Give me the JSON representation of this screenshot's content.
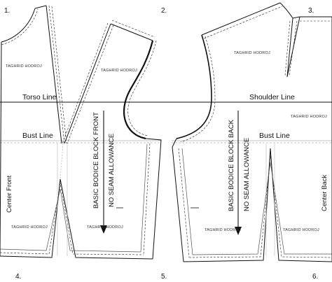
{
  "pattern": {
    "corner_numbers": [
      "1.",
      "2.",
      "3.",
      "4.",
      "5.",
      "6."
    ],
    "watermark": "TAGHRID HODROJ",
    "front": {
      "torso_line": "Torso Line",
      "bust_line": "Bust Line",
      "center_label": "Center Front",
      "block_title": "BASIC BODICE BLOCK FRONT",
      "allowance_note": "NO SEAM ALLOWANCE"
    },
    "back": {
      "shoulder_line": "Shoulder Line",
      "bust_line": "Bust Line",
      "center_label": "Center Back",
      "block_title": "BASIC BODICE BLOCK BACK",
      "allowance_note": "NO SEAM ALLOWANCE"
    },
    "colors": {
      "line": "#111111",
      "dash": "#222222",
      "grey": "#9a9a9a",
      "text": "#111111"
    }
  }
}
